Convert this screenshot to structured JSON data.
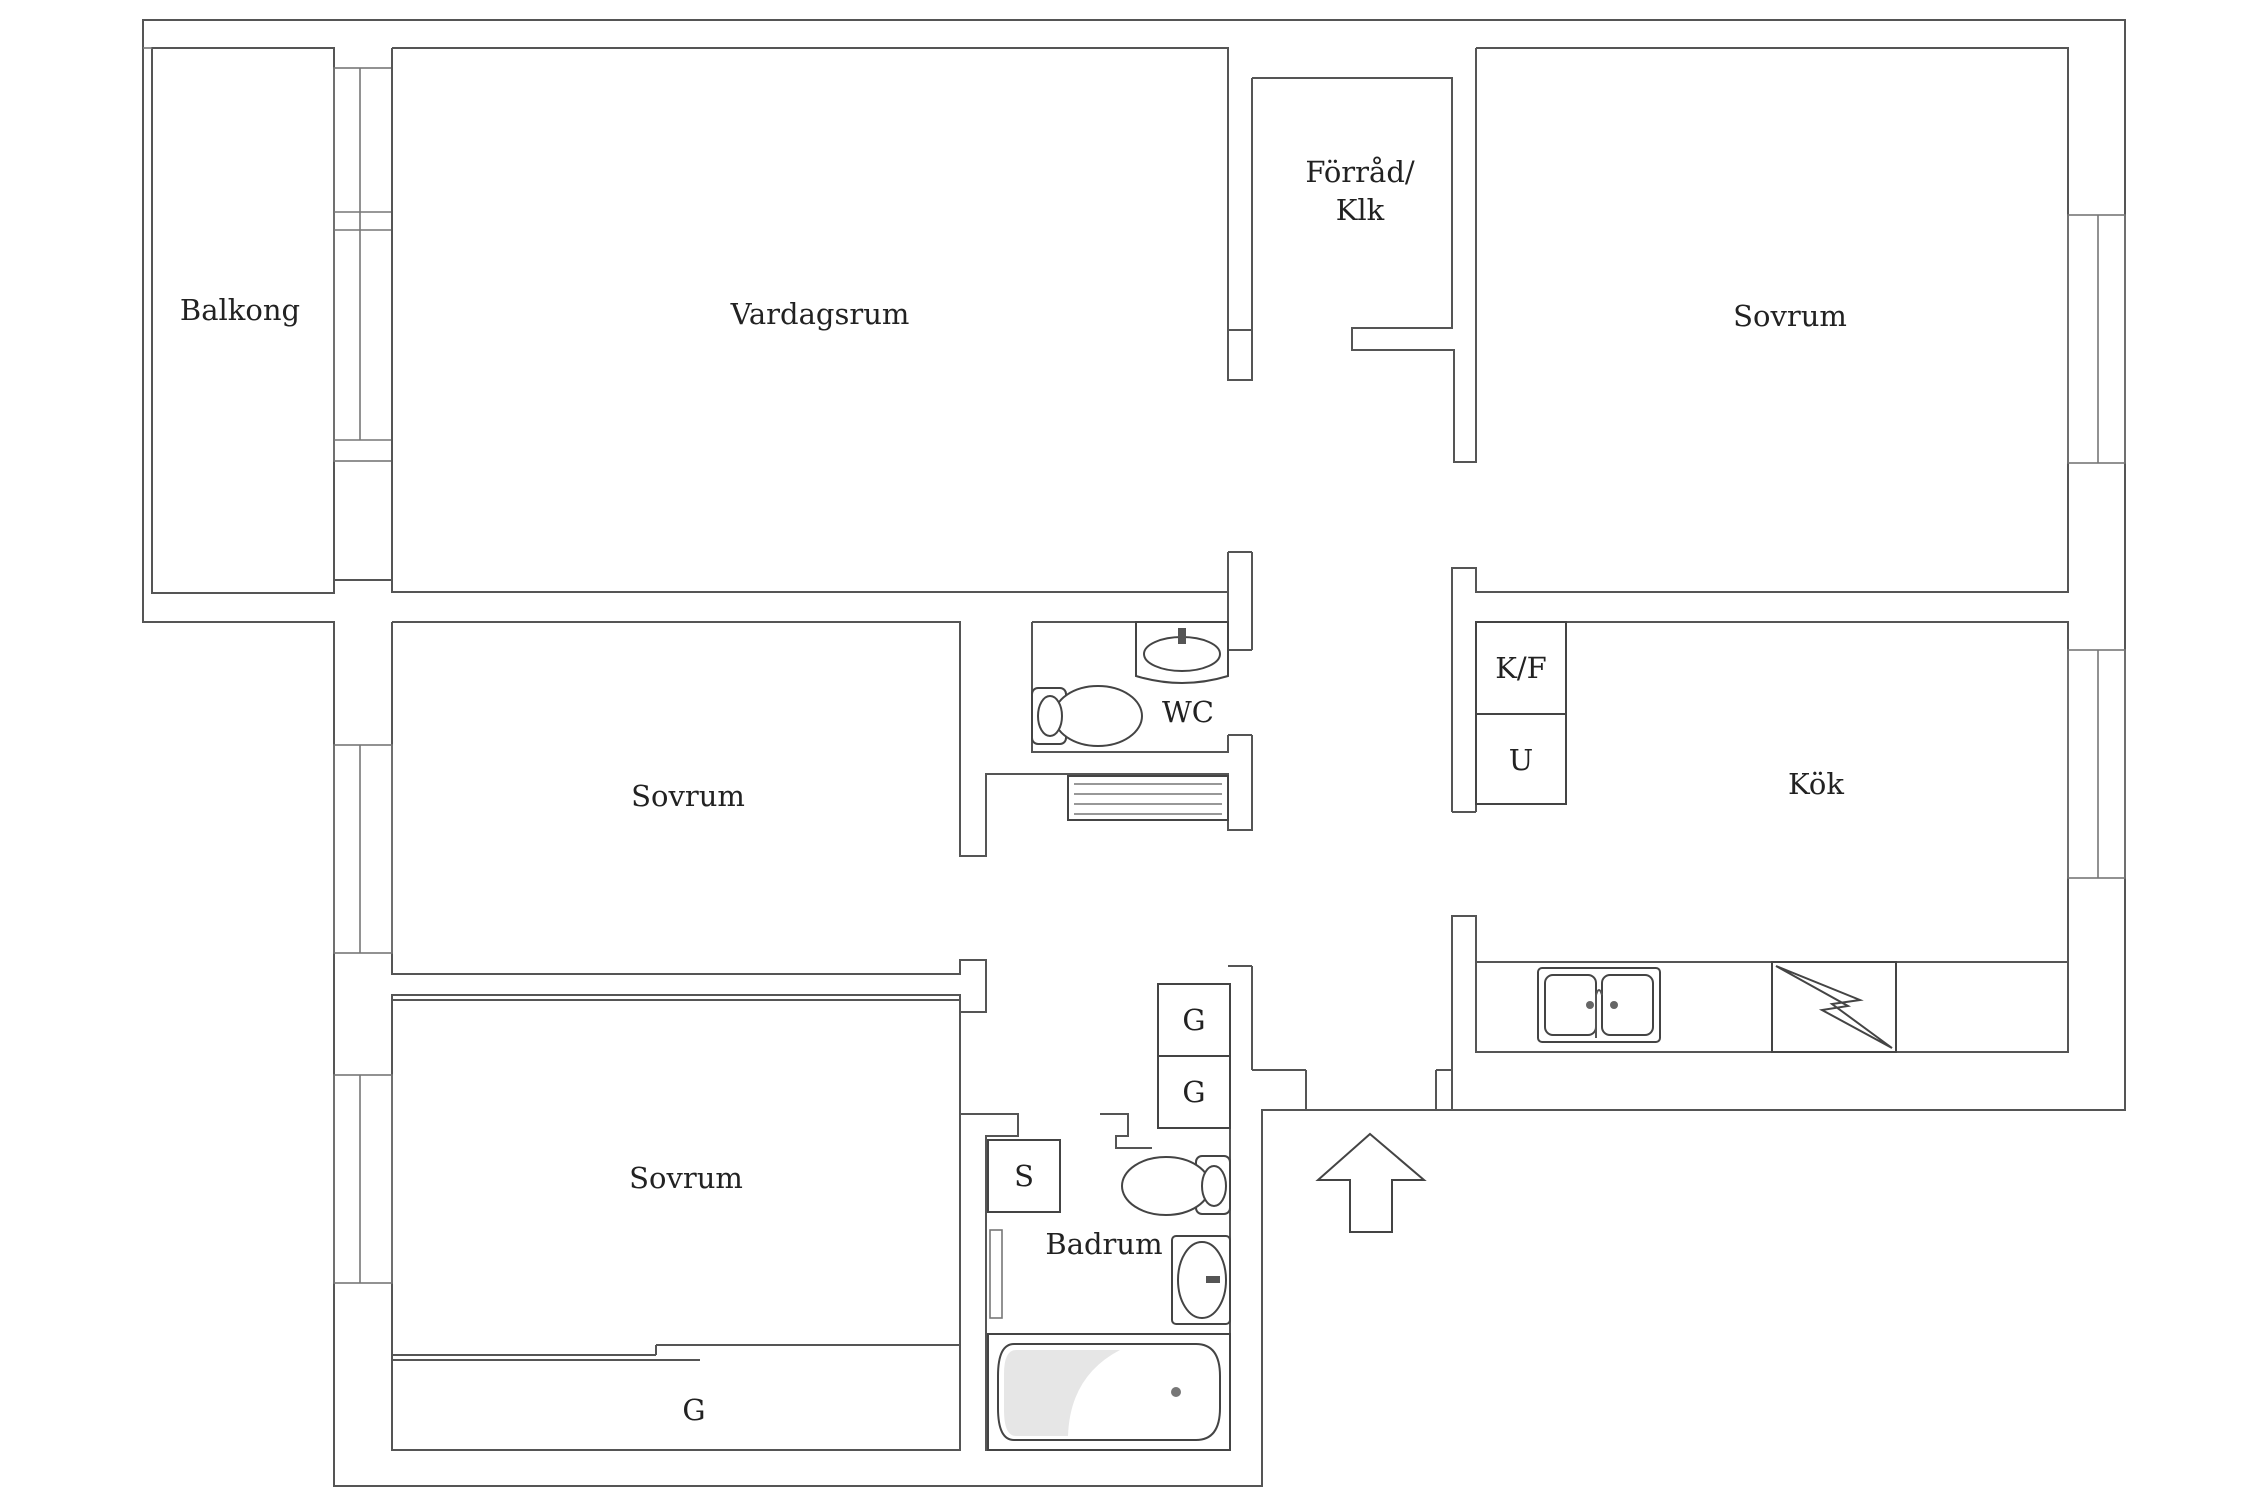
{
  "rooms": {
    "balkong": "Balkong",
    "vardagsrum": "Vardagsrum",
    "forrad_line1": "Förråd/",
    "forrad_line2": "Klk",
    "sovrum_ne": "Sovrum",
    "sovrum_w": "Sovrum",
    "wc": "WC",
    "kok": "Kök",
    "sovrum_sw": "Sovrum",
    "badrum": "Badrum",
    "garderob_bottom": "G"
  },
  "fixtures": {
    "kf": "K/F",
    "u": "U",
    "g_upper": "G",
    "g_lower": "G",
    "s": "S"
  },
  "colors": {
    "wall": "#555555",
    "text": "#222222",
    "background": "#ffffff"
  }
}
